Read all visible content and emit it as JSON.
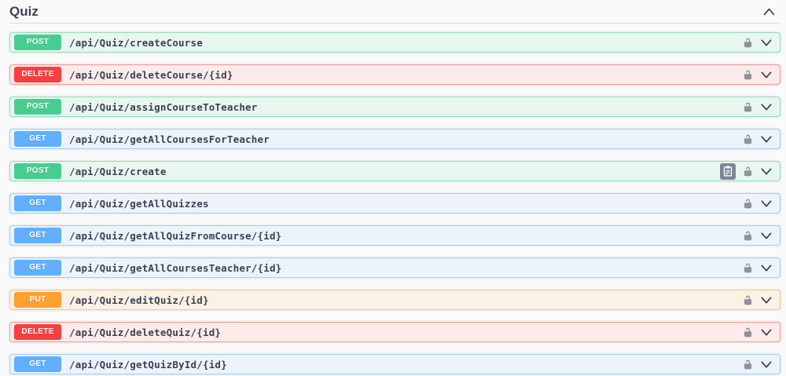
{
  "section": {
    "title": "Quiz",
    "collapse_icon": "chevron-up-icon",
    "text_color": "#3b4151",
    "page_background": "#fafafa"
  },
  "row_icons": {
    "auth_icon": "unlocked-padlock-icon",
    "expand_icon": "chevron-down-icon",
    "body_icon": "clipboard-icon"
  },
  "method_styles": {
    "GET": {
      "badge": "#61affe",
      "bg": "#ebf3fb",
      "border": "rgba(97,175,254,.55)"
    },
    "POST": {
      "badge": "#49cc90",
      "bg": "#e8f6f0",
      "border": "rgba(73,204,144,.55)"
    },
    "DELETE": {
      "badge": "#f93e3e",
      "bg": "#fdebeb",
      "border": "rgba(249,62,62,.5)"
    },
    "PUT": {
      "badge": "#fca130",
      "bg": "#fbf1e5",
      "border": "rgba(252,161,48,.55)"
    }
  },
  "endpoints": [
    {
      "method": "POST",
      "path": "/api/Quiz/createCourse",
      "has_body_icon": false
    },
    {
      "method": "DELETE",
      "path": "/api/Quiz/deleteCourse/{id}",
      "has_body_icon": false
    },
    {
      "method": "POST",
      "path": "/api/Quiz/assignCourseToTeacher",
      "has_body_icon": false
    },
    {
      "method": "GET",
      "path": "/api/Quiz/getAllCoursesForTeacher",
      "has_body_icon": false
    },
    {
      "method": "POST",
      "path": "/api/Quiz/create",
      "has_body_icon": true
    },
    {
      "method": "GET",
      "path": "/api/Quiz/getAllQuizzes",
      "has_body_icon": false
    },
    {
      "method": "GET",
      "path": "/api/Quiz/getAllQuizFromCourse/{id}",
      "has_body_icon": false
    },
    {
      "method": "GET",
      "path": "/api/Quiz/getAllCoursesTeacher/{id}",
      "has_body_icon": false
    },
    {
      "method": "PUT",
      "path": "/api/Quiz/editQuiz/{id}",
      "has_body_icon": false
    },
    {
      "method": "DELETE",
      "path": "/api/Quiz/deleteQuiz/{id}",
      "has_body_icon": false
    },
    {
      "method": "GET",
      "path": "/api/Quiz/getQuizById/{id}",
      "has_body_icon": false
    }
  ]
}
